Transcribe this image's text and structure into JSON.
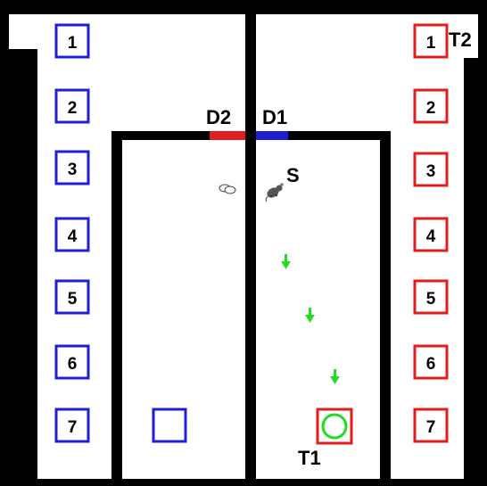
{
  "colors": {
    "wall": "#000000",
    "floor": "#ffffff",
    "blue": "#1f1fd6",
    "red": "#e01e1e",
    "green": "#22dd22",
    "mouse": "#555555"
  },
  "left_boxes": [
    "1",
    "2",
    "3",
    "4",
    "5",
    "6",
    "7"
  ],
  "right_boxes": [
    "1",
    "2",
    "3",
    "4",
    "5",
    "6",
    "7"
  ],
  "labels": {
    "d1": "D1",
    "d2": "D2",
    "s": "S",
    "t1": "T1",
    "t2": "T2"
  },
  "icons": {
    "mouse": "mouse-icon",
    "trail": "down-arrow-icon",
    "goal": "green-circle-icon",
    "pellet": "pellet-icon"
  }
}
